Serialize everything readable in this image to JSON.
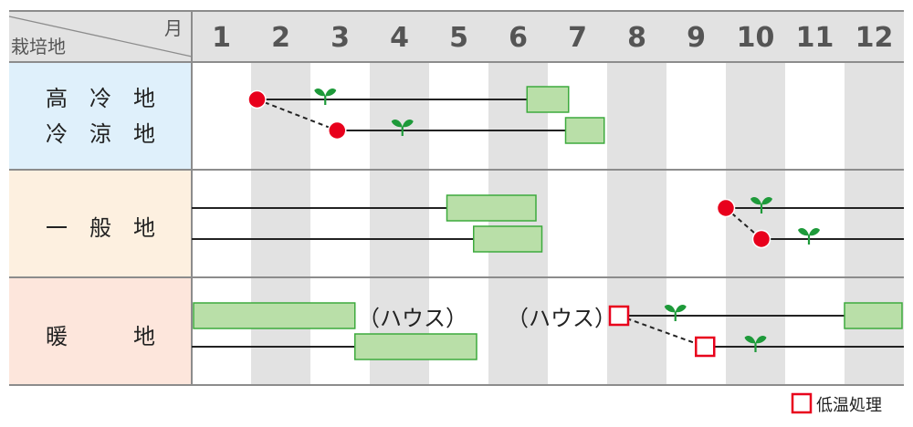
{
  "header": {
    "month_label": "月",
    "region_label": "栽培地"
  },
  "months": [
    "1",
    "2",
    "3",
    "4",
    "5",
    "6",
    "7",
    "8",
    "9",
    "10",
    "11",
    "12"
  ],
  "rows": [
    {
      "name": "highland",
      "label_lines": [
        "高　冷　地",
        "冷　涼　地"
      ],
      "bg": "#dff0fb"
    },
    {
      "name": "general",
      "label_lines": [
        "一　般　地"
      ],
      "bg": "#fdf0e0"
    },
    {
      "name": "warm",
      "label_lines": [
        "暖　　　地"
      ],
      "bg": "#fde6dc"
    }
  ],
  "notes": {
    "house_left": "（ハウス）",
    "house_right": "（ハウス）"
  },
  "legend": {
    "low_temp": "低温処理"
  },
  "colors": {
    "sowing": "#e8001c",
    "harvest_fill": "#b9dfa8",
    "harvest_stroke": "#3daa3d",
    "sprout": "#1e9a3a",
    "grid_dark": "#e2e2e2",
    "header_bg": "#e2e2e2",
    "lines": "#222222"
  },
  "icons": {
    "sowing": "red-circle-icon",
    "sprout": "sprout-icon",
    "low_temp": "red-square-icon"
  }
}
